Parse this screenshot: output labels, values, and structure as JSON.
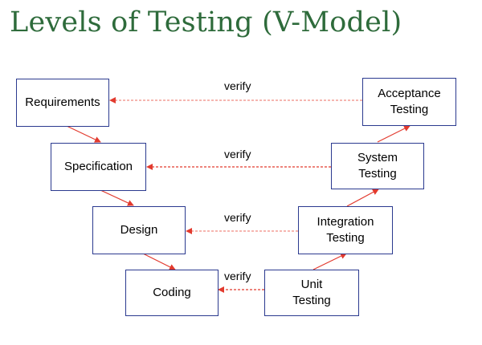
{
  "title": "Levels of Testing (V-Model)",
  "left_boxes": [
    "Requirements",
    "Specification",
    "Design",
    "Coding"
  ],
  "right_boxes": [
    "Acceptance\nTesting",
    "System\nTesting",
    "Integration\nTesting",
    "Unit\nTesting"
  ],
  "verify_labels": [
    "verify",
    "verify",
    "verify",
    "verify"
  ],
  "colors": {
    "title": "#2e6b3b",
    "box_border": "#2b3a8f",
    "arrow": "#e23a2e",
    "dashed": "#f08a80"
  }
}
